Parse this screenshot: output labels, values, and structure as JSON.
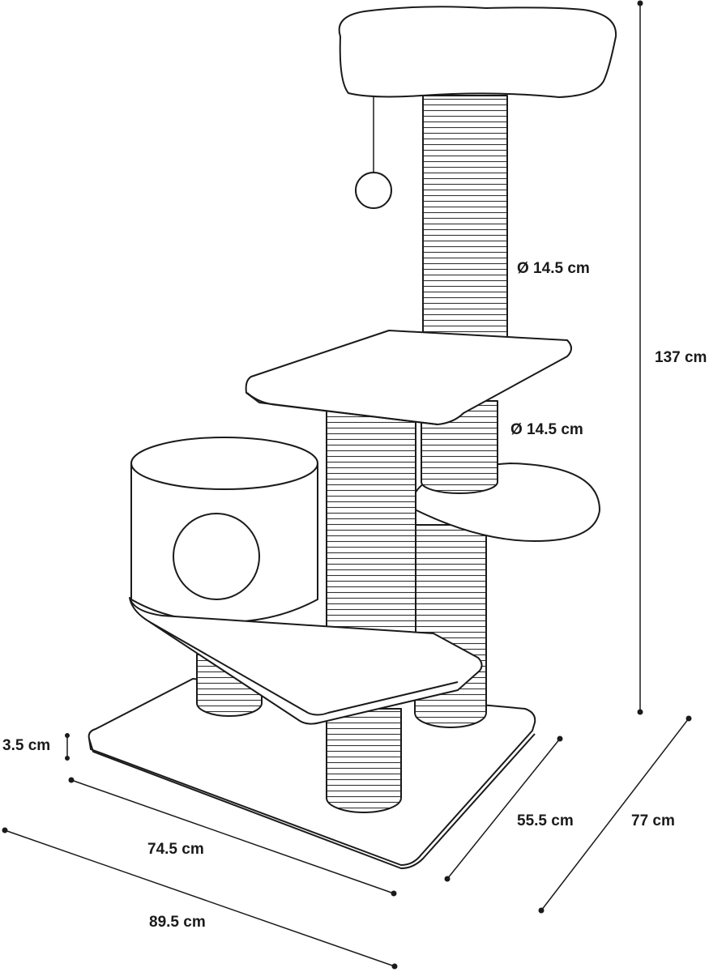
{
  "dimensions": {
    "height": "137 cm",
    "diameter_top": "Ø 14.5 cm",
    "diameter_middle": "Ø 14.5 cm",
    "base_thickness": "3.5 cm",
    "base_width": "74.5 cm",
    "overall_width": "89.5 cm",
    "base_depth": "55.5 cm",
    "overall_depth": "77 cm"
  },
  "colors": {
    "line": "#1a1a1a",
    "fill": "#ffffff"
  }
}
